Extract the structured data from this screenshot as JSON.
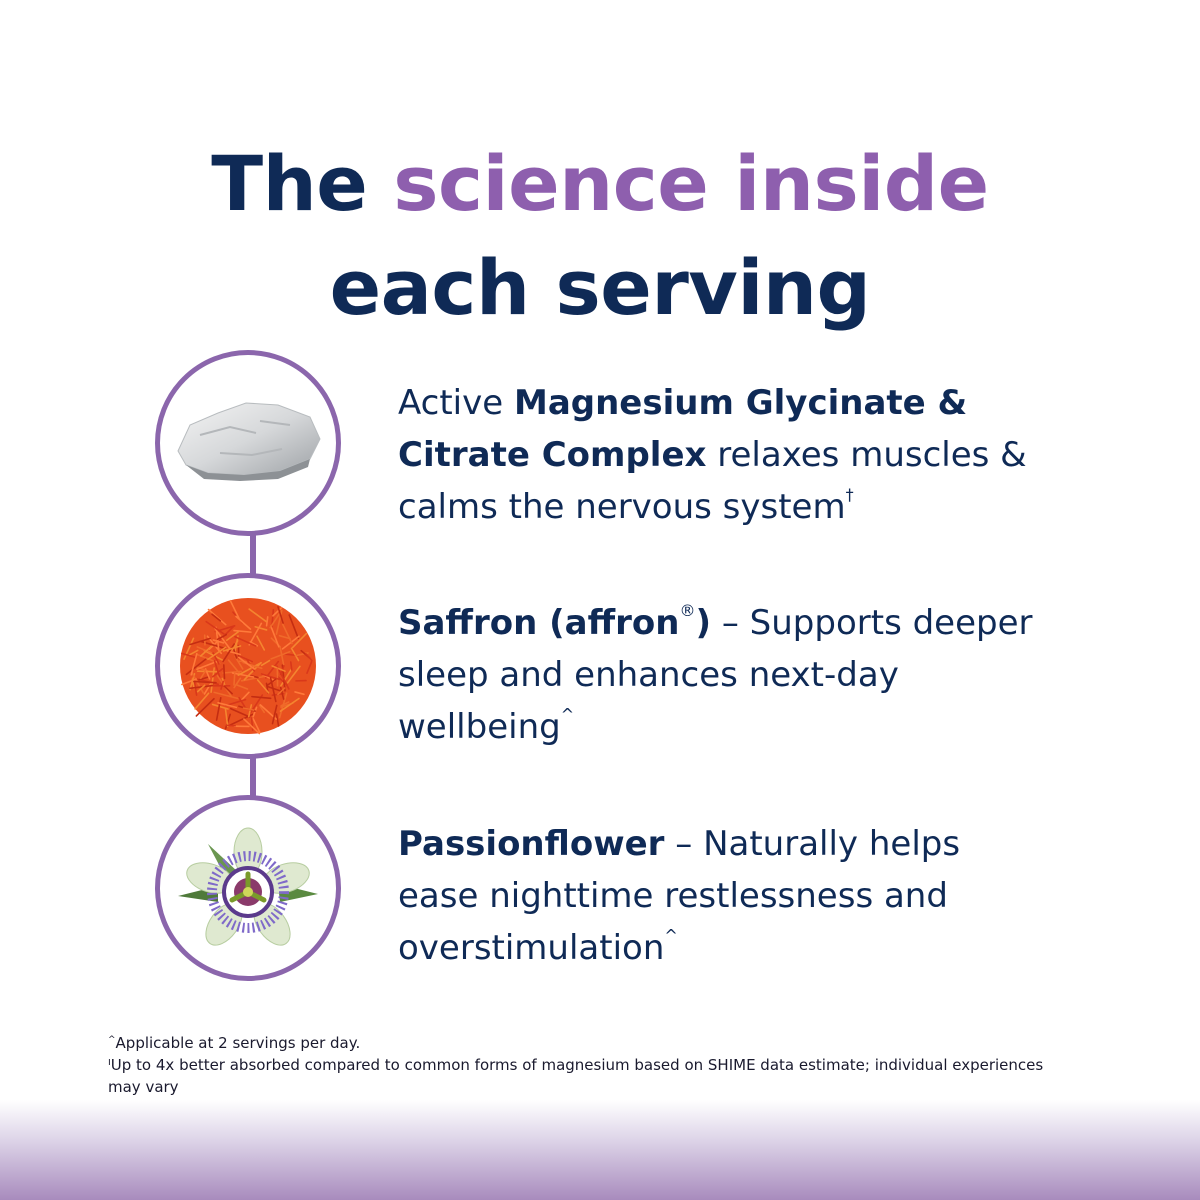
{
  "headline": {
    "part1": "The",
    "part2": "science inside",
    "part3": "each serving"
  },
  "items": [
    {
      "icon": "magnesium-rock-icon",
      "lead": "Active ",
      "bold": "Magnesium Glycinate & Citrate Complex",
      "rest": " relaxes muscles & calms the nervous system",
      "mark": "†"
    },
    {
      "icon": "saffron-threads-icon",
      "bold_a": "Saffron (affron",
      "reg": "®",
      "bold_b": ")",
      "rest": " – Supports deeper sleep and enhances next-day wellbeing",
      "mark": "^"
    },
    {
      "icon": "passionflower-icon",
      "bold": "Passionflower",
      "rest": " – Naturally helps ease nighttime restlessness and overstimulation",
      "mark": "^"
    }
  ],
  "footnotes": {
    "note1_mark": "^",
    "note1": "Applicable at 2 servings per day.",
    "note2": "ᴵUp to 4x better absorbed compared to common forms of magnesium based on SHIME data estimate; individual experiences may vary"
  },
  "colors": {
    "navy": "#0f2a56",
    "purple": "#8e5fae",
    "ring": "#8b66ac"
  }
}
